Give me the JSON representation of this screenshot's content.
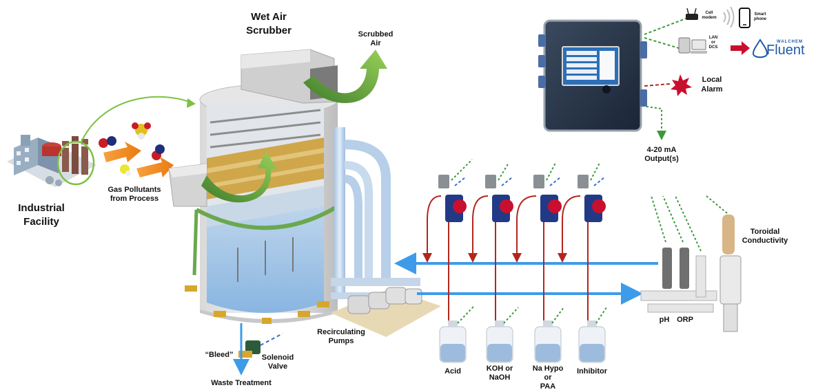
{
  "labels": {
    "title_line1": "Wet Air",
    "title_line2": "Scrubber",
    "scrubbed_line1": "Scrubbed",
    "scrubbed_line2": "Air",
    "facility_line1": "Industrial",
    "facility_line2": "Facility",
    "gas_line1": "Gas Pollutants",
    "gas_line2": "from Process",
    "recirc_line1": "Recirculating",
    "recirc_line2": "Pumps",
    "bleed": "“Bleed”",
    "solenoid_line1": "Solenoid",
    "solenoid_line2": "Valve",
    "waste": "Waste Treatment",
    "acid": "Acid",
    "koh_line1": "KOH or",
    "koh_line2": "NaOH",
    "nahypo_line1": "Na Hypo",
    "nahypo_line2": "or",
    "nahypo_line3": "PAA",
    "inhibitor": "Inhibitor",
    "ph": "pH",
    "orp": "ORP",
    "toroidal_line1": "Toroidal",
    "toroidal_line2": "Conductivity",
    "output_line1": "4-20 mA",
    "output_line2": "Output(s)",
    "alarm_line1": "Local",
    "alarm_line2": "Alarm",
    "cell_line1": "Cell",
    "cell_line2": "modem",
    "smart_line1": "Smart",
    "smart_line2": "phone",
    "lan_line1": "LAN",
    "lan_line2": "or",
    "lan_line3": "DCS",
    "brand_small": "WALCHEM",
    "brand_big": "Fluent"
  },
  "colors": {
    "supply_line": "#3d9be9",
    "chemical_line": "#b3261e",
    "signal_dashed_green": "#3a9a3a",
    "signal_dashed_blue": "#2f6fcf",
    "process_arrow": "#f08a1d",
    "scrubbed_arrow": "#7cc142",
    "alarm": "#c8102e",
    "brand": "#1e5aa8"
  }
}
